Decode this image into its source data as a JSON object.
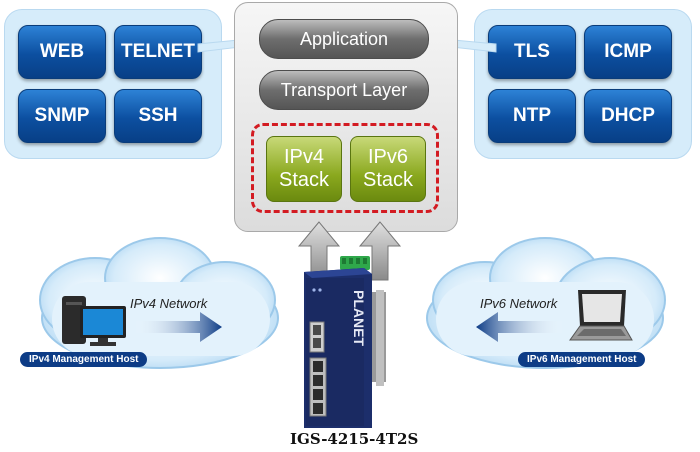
{
  "left_protocols": [
    "WEB",
    "TELNET",
    "SNMP",
    "SSH"
  ],
  "right_protocols": [
    "TLS",
    "ICMP",
    "NTP",
    "DHCP"
  ],
  "stack": {
    "application": "Application",
    "transport": "Transport Layer",
    "ipv4_line1": "IPv4",
    "ipv4_line2": "Stack",
    "ipv6_line1": "IPv6",
    "ipv6_line2": "Stack"
  },
  "left_cloud": {
    "network": "IPv4 Network",
    "host_label": "IPv4 Management Host"
  },
  "right_cloud": {
    "network": "IPv6 Network",
    "host_label": "IPv6 Management Host"
  },
  "device": {
    "brand": "PLANET",
    "model": "IGS-4215-4T2S"
  },
  "colors": {
    "protocol_blue": "#0c4fa0",
    "stack_green": "#8aa81e",
    "dashed_red": "#d31b22",
    "panel_blue": "#d6ecfa"
  }
}
